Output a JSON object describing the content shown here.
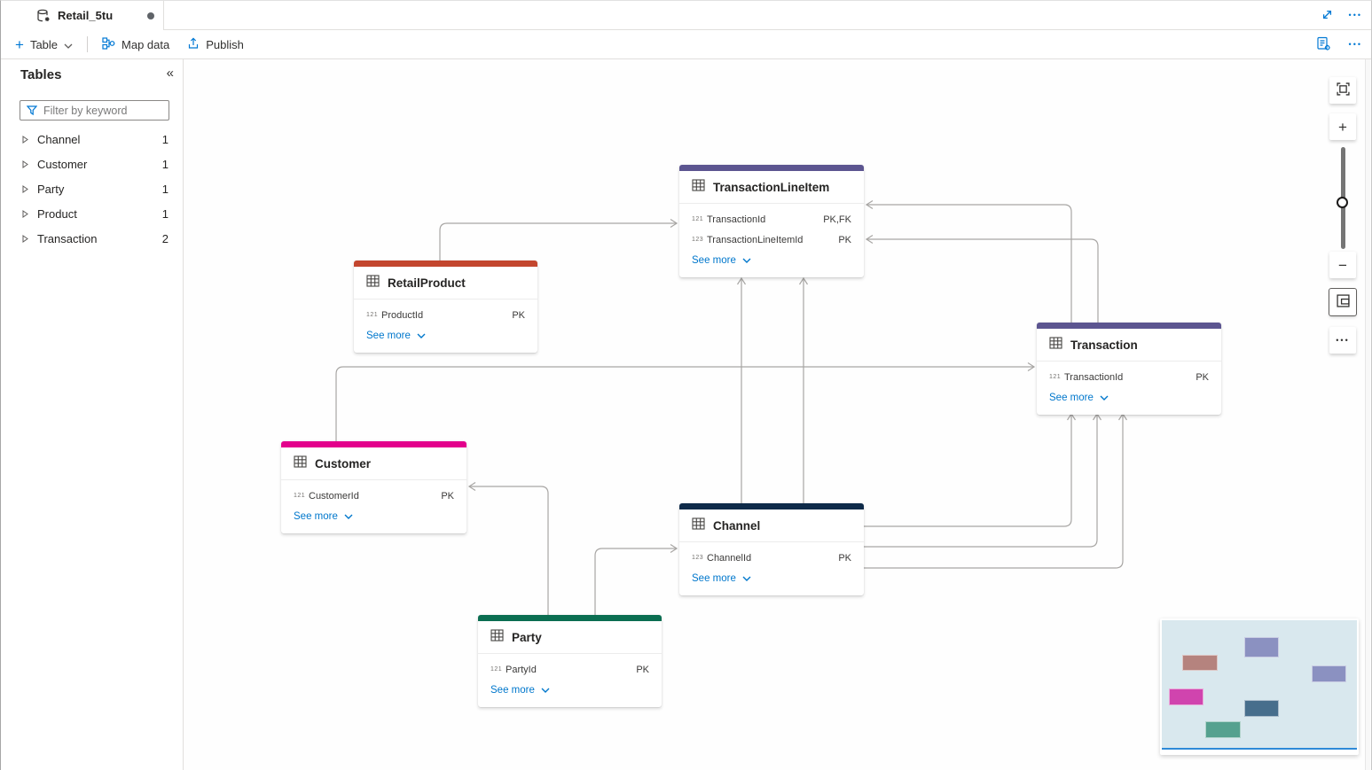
{
  "tab_bar": {
    "tab": {
      "title": "Retail_5tu",
      "modified": true
    },
    "more": "•••"
  },
  "toolbar": {
    "table_button": "Table",
    "map_data_button": "Map data",
    "publish_button": "Publish",
    "more": "•••"
  },
  "sidebar": {
    "title": "Tables",
    "collapse_icon": "«",
    "filter_placeholder": "Filter by keyword",
    "items": [
      {
        "label": "Channel",
        "count": "1"
      },
      {
        "label": "Customer",
        "count": "1"
      },
      {
        "label": "Party",
        "count": "1"
      },
      {
        "label": "Product",
        "count": "1"
      },
      {
        "label": "Transaction",
        "count": "2"
      }
    ]
  },
  "canvas": {
    "entities": [
      {
        "title": "TransactionLineItem",
        "color": "#5c5590",
        "fields": [
          {
            "type_icon": "121",
            "name": "TransactionId",
            "key": "PK,FK"
          },
          {
            "type_icon": "123",
            "name": "TransactionLineItemId",
            "key": "PK"
          }
        ],
        "see_more": "See more"
      },
      {
        "title": "RetailProduct",
        "color": "#c3462e",
        "fields": [
          {
            "type_icon": "121",
            "name": "ProductId",
            "key": "PK"
          }
        ],
        "see_more": "See more"
      },
      {
        "title": "Transaction",
        "color": "#5c5590",
        "fields": [
          {
            "type_icon": "121",
            "name": "TransactionId",
            "key": "PK"
          }
        ],
        "see_more": "See more"
      },
      {
        "title": "Customer",
        "color": "#e3008c",
        "fields": [
          {
            "type_icon": "121",
            "name": "CustomerId",
            "key": "PK"
          }
        ],
        "see_more": "See more"
      },
      {
        "title": "Channel",
        "color": "#0e2a49",
        "fields": [
          {
            "type_icon": "123",
            "name": "ChannelId",
            "key": "PK"
          }
        ],
        "see_more": "See more"
      },
      {
        "title": "Party",
        "color": "#0b6e51",
        "fields": [
          {
            "type_icon": "121",
            "name": "PartyId",
            "key": "PK"
          }
        ],
        "see_more": "See more"
      }
    ],
    "relationships": [
      {
        "from": "RetailProduct",
        "arrow_into": "TransactionLineItem"
      },
      {
        "from": "Customer",
        "arrow_into": "Transaction"
      },
      {
        "from": "Party",
        "arrow_into": "Customer"
      },
      {
        "from": "Party",
        "arrow_into": "Channel"
      },
      {
        "from": "Channel",
        "arrow_into": "TransactionLineItem"
      },
      {
        "from": "Channel",
        "arrow_into": "TransactionLineItem"
      },
      {
        "from": "Transaction",
        "arrow_into": "TransactionLineItem"
      },
      {
        "from": "Transaction",
        "arrow_into": "TransactionLineItem"
      },
      {
        "from": "Channel",
        "arrow_into": "Transaction"
      },
      {
        "from": "Channel",
        "arrow_into": "Transaction"
      },
      {
        "from": "Channel",
        "arrow_into": "Transaction"
      }
    ]
  },
  "zoom_controls": {
    "zoom_in": "+",
    "zoom_out": "−",
    "more": "•••"
  },
  "minimap": {
    "background": "#d9e8ee",
    "viewport_line_color": "#2e8ad8",
    "items": [
      {
        "entity": "TransactionLineItem",
        "color": "#8b91c1"
      },
      {
        "entity": "RetailProduct",
        "color": "#b5837e"
      },
      {
        "entity": "Transaction",
        "color": "#8b91c1"
      },
      {
        "entity": "Customer",
        "color": "#d044ae"
      },
      {
        "entity": "Channel",
        "color": "#476e8c"
      },
      {
        "entity": "Party",
        "color": "#55a18f"
      }
    ]
  }
}
